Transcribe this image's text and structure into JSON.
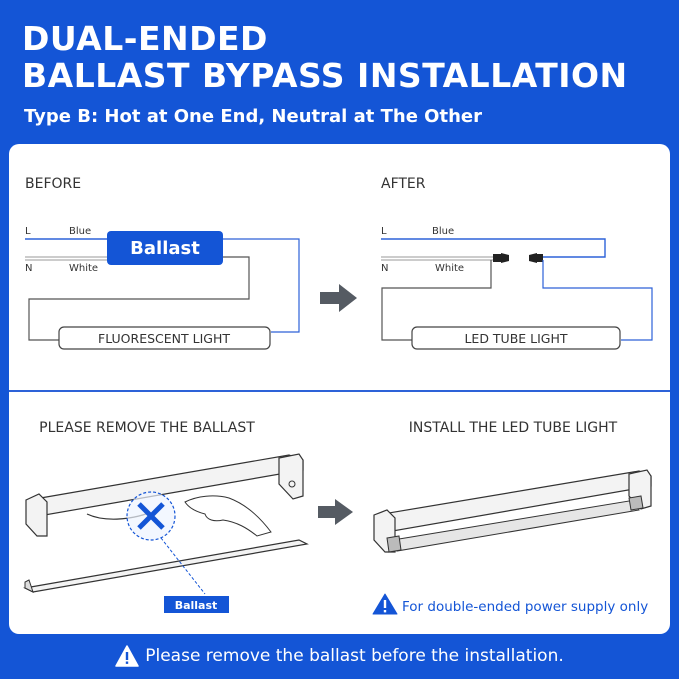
{
  "header": {
    "title_line1": "DUAL-ENDED",
    "title_line2": "BALLAST BYPASS INSTALLATION",
    "subtitle": "Type B: Hot at One End, Neutral at The Other"
  },
  "before": {
    "heading": "BEFORE",
    "l_label": "L",
    "blue_label": "Blue",
    "n_label": "N",
    "white_label": "White",
    "ballast_label": "Ballast",
    "light_label": "FLUORESCENT LIGHT"
  },
  "after": {
    "heading": "AFTER",
    "l_label": "L",
    "blue_label": "Blue",
    "n_label": "N",
    "white_label": "White",
    "light_label": "LED TUBE LIGHT"
  },
  "steps": {
    "remove_heading": "PLEASE REMOVE THE BALLAST",
    "install_heading": "INSTALL THE LED TUBE LIGHT",
    "ballast_tag": "Ballast",
    "note": "For double-ended power supply only"
  },
  "footer": {
    "warning": "Please remove the ballast before the installation."
  },
  "colors": {
    "brand_blue": "#1455d6",
    "wire_blue": "#2d62d8",
    "arrow_gray": "#555b63"
  }
}
